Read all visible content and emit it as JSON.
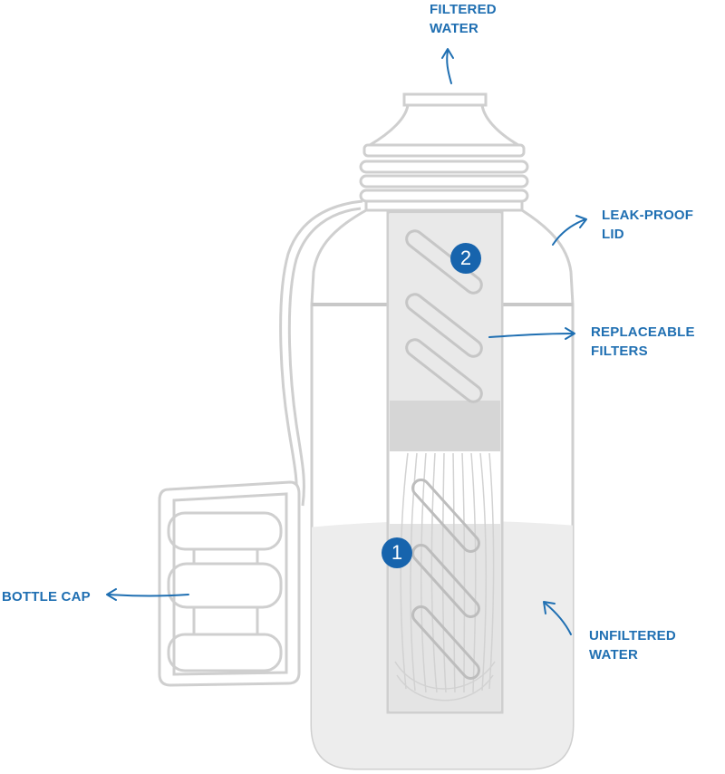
{
  "labels": {
    "filtered_water": [
      "FILTERED",
      "WATER"
    ],
    "leak_proof_lid": [
      "LEAK-PROOF",
      "LID"
    ],
    "replaceable_filters": [
      "REPLACEABLE",
      "FILTERS"
    ],
    "bottle_cap": [
      "BOTTLE CAP"
    ],
    "unfiltered_water": [
      "UNFILTERED",
      "WATER"
    ]
  },
  "badges": {
    "stage_1": "1",
    "stage_2": "2"
  },
  "colors": {
    "label_blue": "#1f6fb2",
    "badge_blue": "#1764ad",
    "outline_gray": "#cfcfcf",
    "water_gray": "#ededed",
    "filter_gray": "#e6e6e6",
    "band_gray": "#d6d6d6"
  }
}
